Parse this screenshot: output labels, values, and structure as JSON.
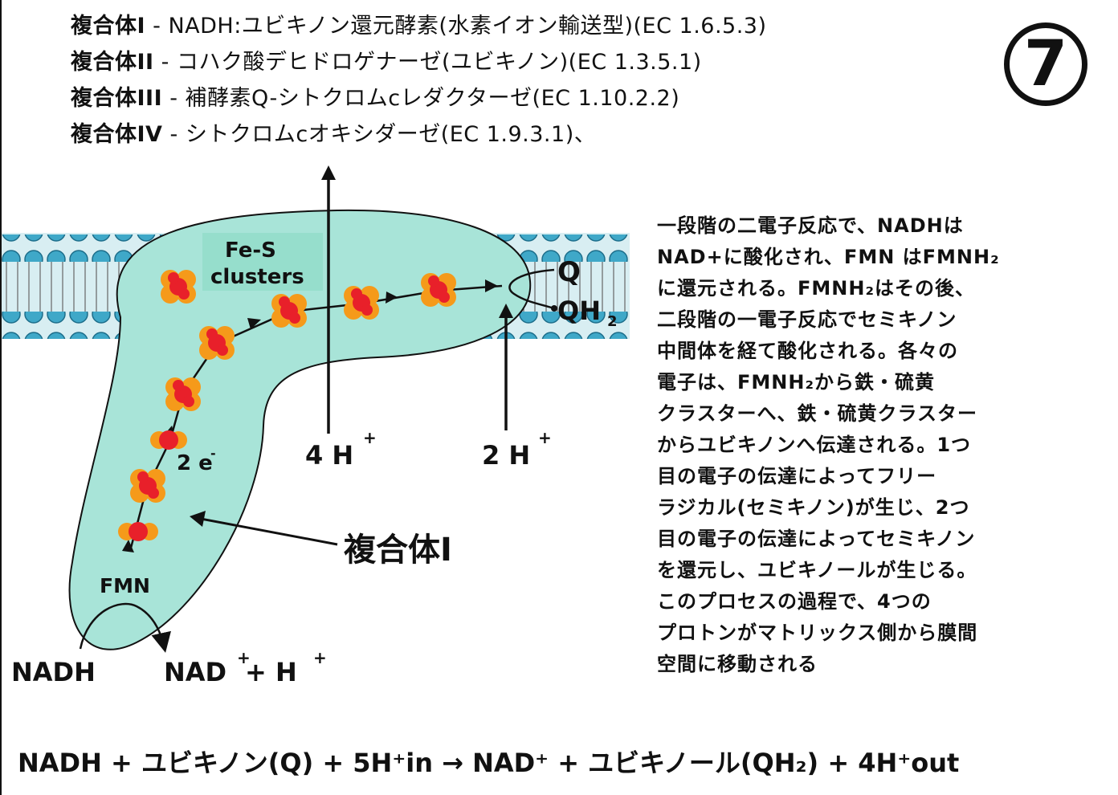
{
  "header": {
    "lines": [
      {
        "name": "複合体I",
        "desc": " - NADH:ユビキノン還元酵素(水素イオン輸送型)(EC 1.6.5.3)"
      },
      {
        "name": "複合体II",
        "desc": " - コハク酸デヒドロゲナーゼ(ユビキノン)(EC 1.3.5.1)"
      },
      {
        "name": "複合体III",
        "desc": " - 補酵素Q-シトクロムcレダクターゼ(EC 1.10.2.2)"
      },
      {
        "name": "複合体IV",
        "desc": " - シトクロムcオキシダーゼ(EC 1.9.3.1)、"
      }
    ]
  },
  "badge": "7",
  "diagram": {
    "fes_label_line1": "Fe-S",
    "fes_label_line2": "clusters",
    "q_label": "Q",
    "qh2_label": "QH",
    "qh2_sub": "2",
    "four_h": "4 H",
    "two_h": "2 H",
    "plus": "+",
    "two_e": "2 e",
    "minus": "-",
    "fmn_label": "FMN",
    "complex_label": "複合体I",
    "nadh_label": "NADH",
    "nad_label": "NAD",
    "h_label": " + H",
    "colors": {
      "protein": "#a8e4d8",
      "membrane_head": "#3fa8c8",
      "cluster_outer": "#f59a1a",
      "cluster_inner": "#e8202a"
    }
  },
  "description": "一段階の二電子反応で、NADHは\nNAD+に酸化され、FMN はFMNH₂\nに還元される。FMNH₂はその後、\n二段階の一電子反応でセミキノン\n中間体を経て酸化される。各々の\n電子は、FMNH₂から鉄・硫黄\nクラスターへ、鉄・硫黄クラスター\nからユビキノンへ伝達される。1つ\n目の電子の伝達によってフリー\nラジカル(セミキノン)が生じ、2つ\n目の電子の伝達によってセミキノン\nを還元し、ユビキノールが生じる。\nこのプロセスの過程で、4つの\nプロトンがマトリックス側から膜間\n空間に移動される",
  "equation": "NADH + ユビキノン(Q) + 5H⁺in → NAD⁺ + ユビキノール(QH₂) + 4H⁺out"
}
